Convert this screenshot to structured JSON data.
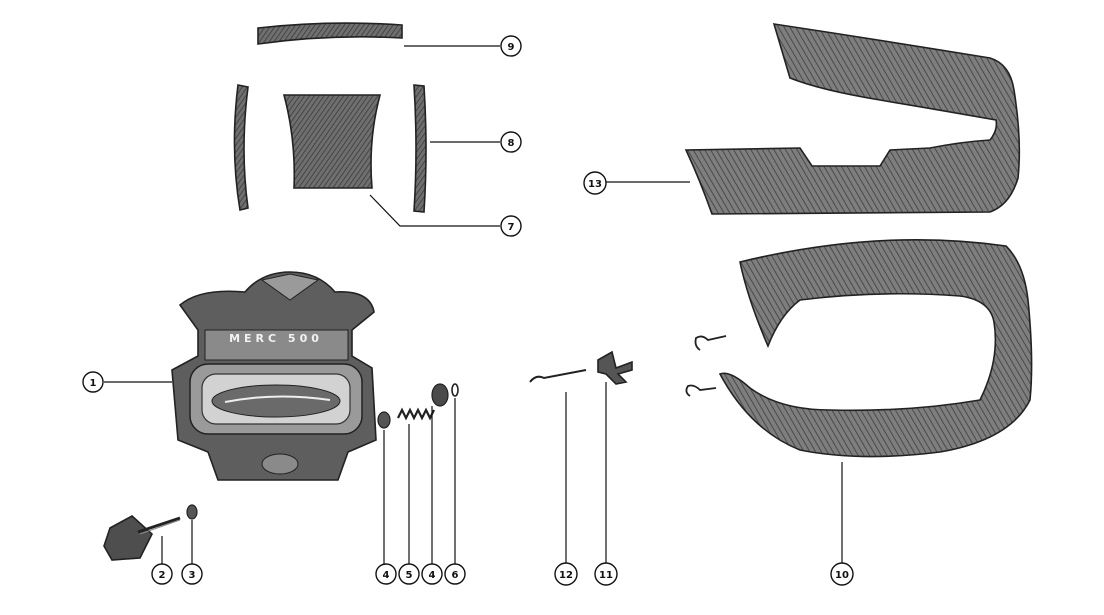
{
  "parts": {
    "p1": "1",
    "p2": "2",
    "p3": "3",
    "p4a": "4",
    "p5": "5",
    "p4b": "4",
    "p6": "6",
    "p7": "7",
    "p8": "8",
    "p9": "9",
    "p10": "10",
    "p11": "11",
    "p12": "12",
    "p13": "13"
  },
  "cowl_badge": "MERC 500",
  "colors": {
    "ink": "#111111",
    "fill_dark": "#555555",
    "fill_mid": "#7a7a7a",
    "paper": "#ffffff"
  }
}
